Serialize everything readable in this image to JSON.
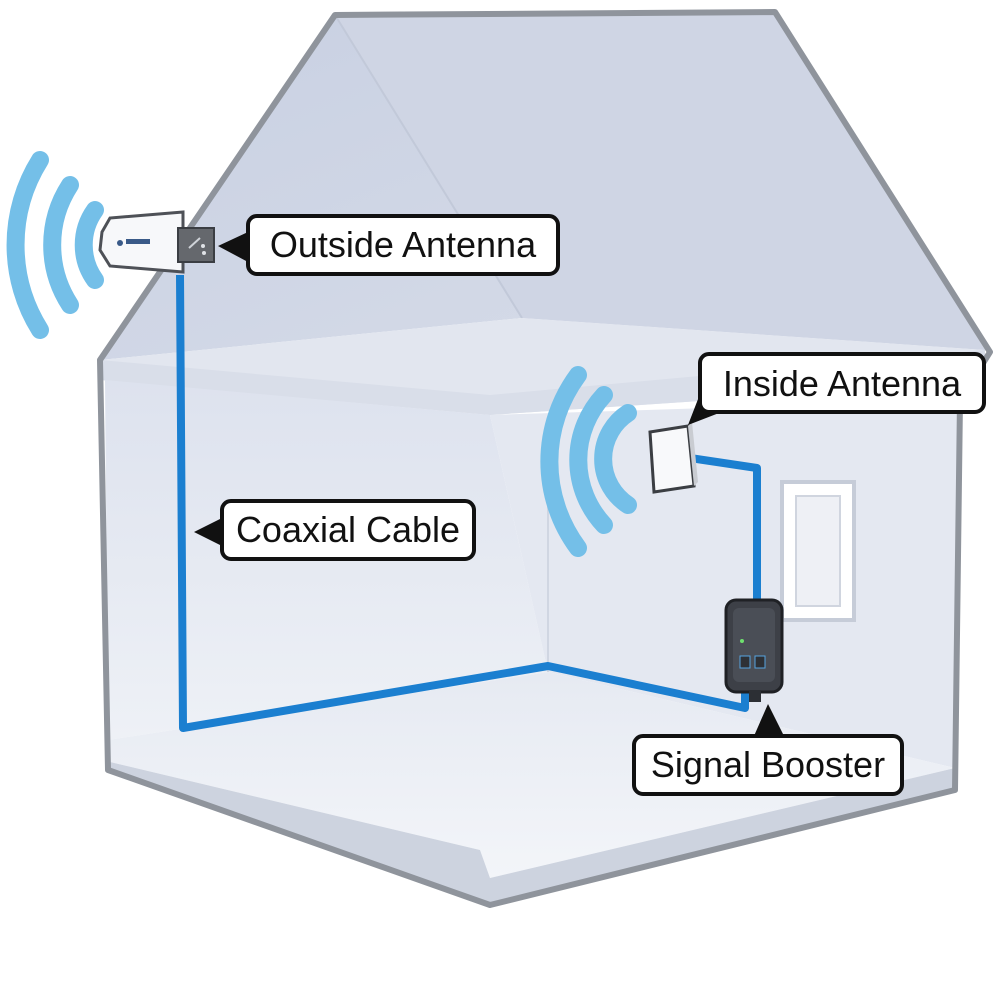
{
  "labels": {
    "outside_antenna": "Outside Antenna",
    "inside_antenna": "Inside Antenna",
    "coaxial_cable": "Coaxial Cable",
    "signal_booster": "Signal Booster"
  },
  "colors": {
    "cable": "#1b7fd0",
    "signal_wave": "#74bfe8",
    "house_fill": "#d7dde9",
    "house_outline": "#8f949c",
    "device": "#3d4047"
  },
  "icons": {
    "outside_antenna": "yagi-antenna-icon",
    "inside_antenna": "panel-antenna-icon",
    "booster": "signal-booster-device-icon",
    "signal": "signal-wave-icon"
  }
}
